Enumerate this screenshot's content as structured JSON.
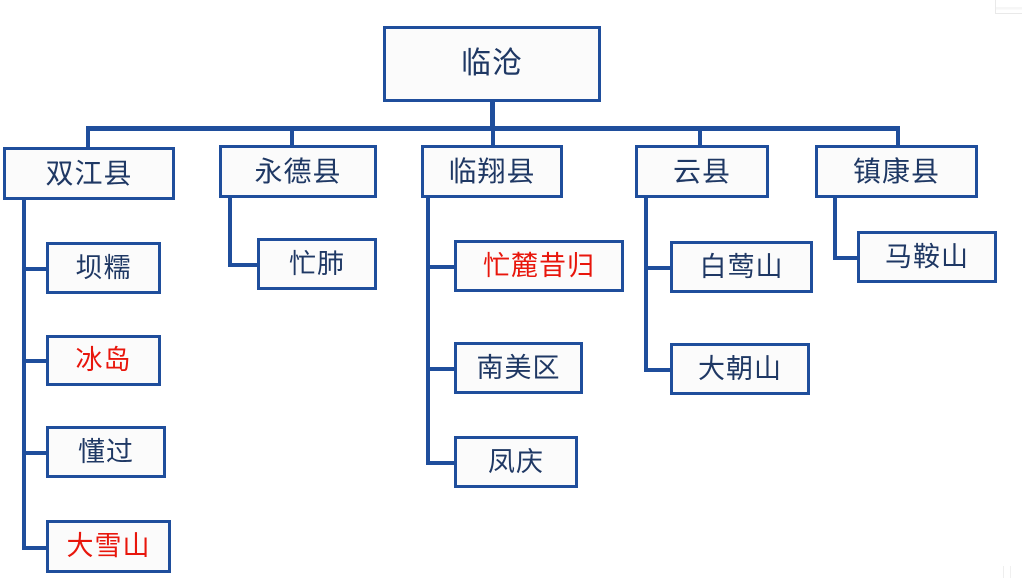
{
  "diagram": {
    "title": "临沧",
    "type": "organization-tree",
    "colors": {
      "box_border": "#1F4E9C",
      "connector": "#1F4E9C",
      "text_default": "#1F3864",
      "text_highlight": "#E8160C",
      "box_fill": "#FBFBFB",
      "background": "#FFFFFF"
    },
    "root": {
      "label": "临沧",
      "highlight": false
    },
    "level2": [
      {
        "label": "双江县",
        "highlight": false
      },
      {
        "label": "永德县",
        "highlight": false
      },
      {
        "label": "临翔县",
        "highlight": false
      },
      {
        "label": "云县",
        "highlight": false
      },
      {
        "label": "镇康县",
        "highlight": false
      }
    ],
    "branches": [
      {
        "parent": "双江县",
        "children": [
          {
            "label": "坝糯",
            "highlight": false
          },
          {
            "label": "冰岛",
            "highlight": true
          },
          {
            "label": "懂过",
            "highlight": false
          },
          {
            "label": "大雪山",
            "highlight": true
          }
        ]
      },
      {
        "parent": "永德县",
        "children": [
          {
            "label": "忙肺",
            "highlight": false
          }
        ]
      },
      {
        "parent": "临翔县",
        "children": [
          {
            "label": "忙麓昔归",
            "highlight": true
          },
          {
            "label": "南美区",
            "highlight": false
          },
          {
            "label": "凤庆",
            "highlight": false
          }
        ]
      },
      {
        "parent": "云县",
        "children": [
          {
            "label": "白莺山",
            "highlight": false
          },
          {
            "label": "大朝山",
            "highlight": false
          }
        ]
      },
      {
        "parent": "镇康县",
        "children": [
          {
            "label": "马鞍山",
            "highlight": false
          }
        ]
      }
    ]
  }
}
